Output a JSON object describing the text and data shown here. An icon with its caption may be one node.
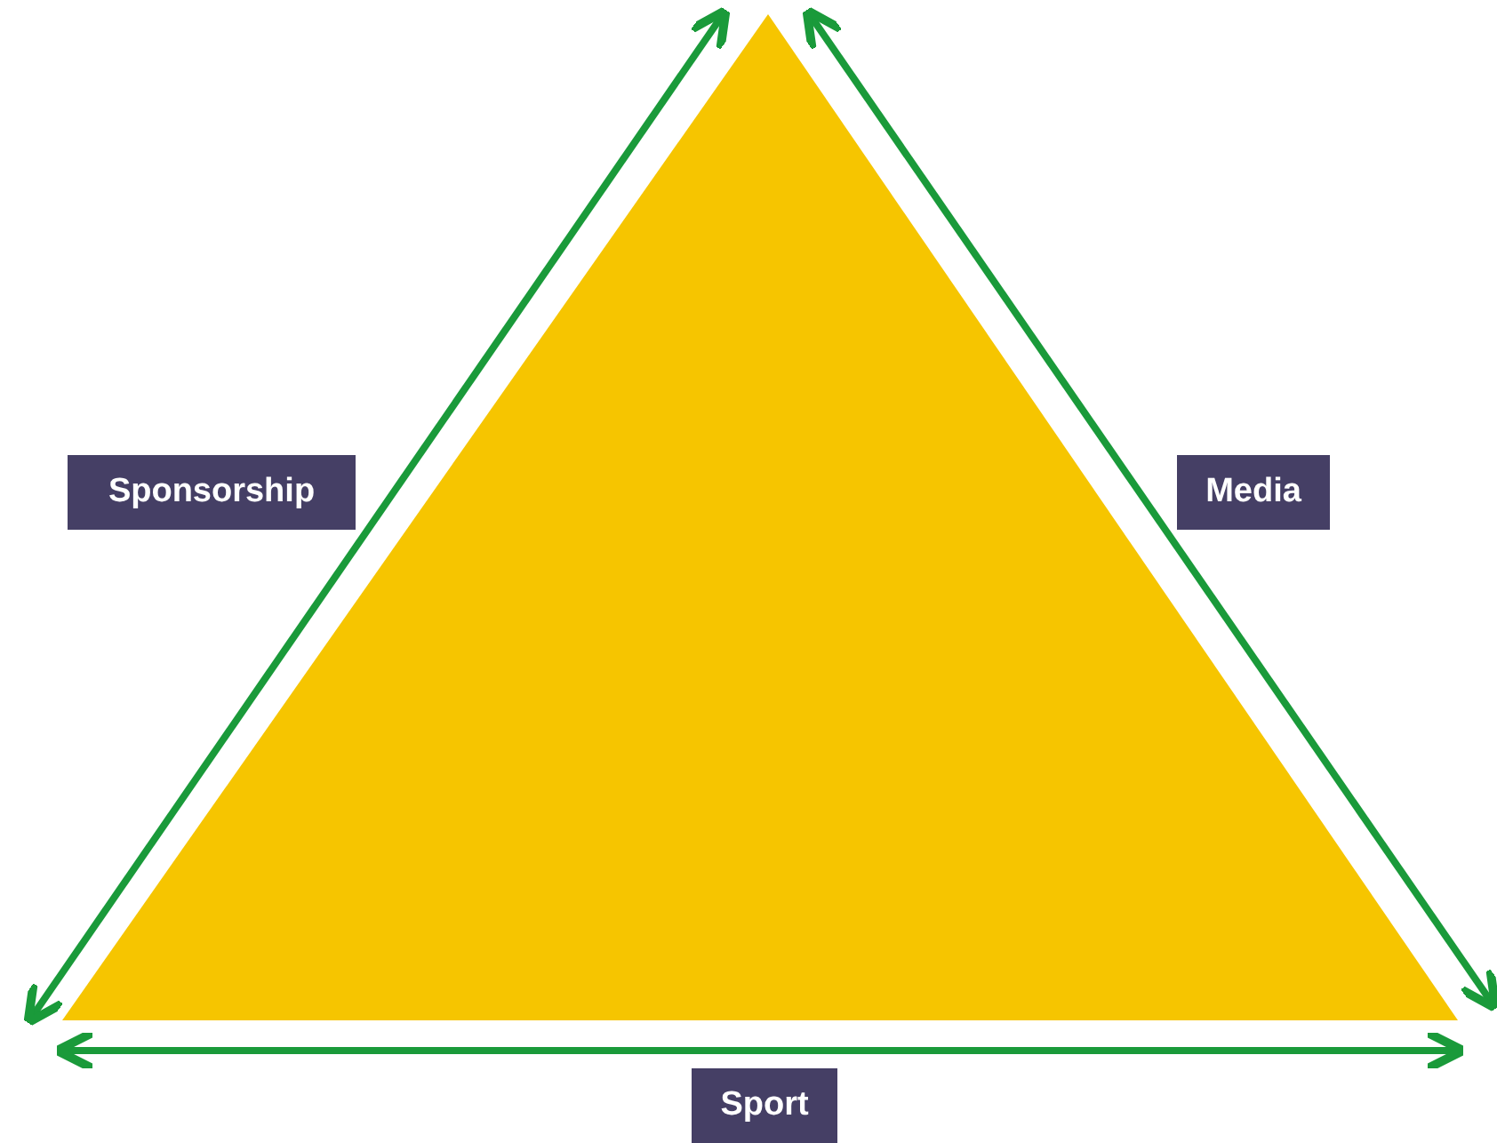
{
  "diagram": {
    "nodes": [
      {
        "text": [
          "Sponsorship"
        ]
      },
      {
        "text": [
          "Media"
        ]
      },
      {
        "text": [
          "Sport"
        ]
      }
    ]
  }
}
